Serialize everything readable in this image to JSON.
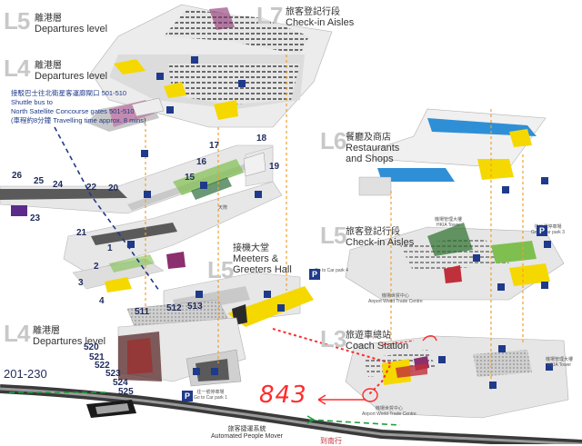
{
  "levels": {
    "l5_top": {
      "num": "L5",
      "zh": "離港層",
      "en": "Departures level"
    },
    "l4_top": {
      "num": "L4",
      "zh": "離港層",
      "en": "Departures level"
    },
    "l7": {
      "num": "L7",
      "zh": "旅客登記行段",
      "en": "Check-in Aisles"
    },
    "l6": {
      "num": "L6",
      "zh": "餐廳及商店",
      "en": "Restaurants and Shops"
    },
    "l5_right": {
      "num": "L5",
      "zh": "旅客登記行段",
      "en": "Check-in Aisles"
    },
    "l5_mid": {
      "num": "L5",
      "zh": "接機大堂",
      "en": "Meeters & Greeters Hall"
    },
    "l3": {
      "num": "L3",
      "zh": "旅遊車總站",
      "en": "Coach Station"
    },
    "l4_bottom": {
      "num": "L4",
      "zh": "離港層",
      "en": "Departures level"
    }
  },
  "shuttle_note": {
    "line1": "接駁巴士往北衛星客運廊閘口 501-510",
    "line2": "Shuttle bus to",
    "line3": "North Satellite Concourse gates 501-510",
    "line4": "(車程約8分鐘 Travelling time approx. 8 mins)"
  },
  "gates": {
    "g26": "26",
    "g25": "25",
    "g24": "24",
    "g23": "23",
    "g22": "22",
    "g21": "21",
    "g20": "20",
    "g1": "1",
    "g2": "2",
    "g3": "3",
    "g4": "4",
    "g15": "15",
    "g16": "16",
    "g17": "17",
    "g18": "18",
    "g19": "19",
    "g511": "511",
    "g512": "512",
    "g513": "513",
    "g520": "520",
    "g521": "521",
    "g522": "522",
    "g523": "523",
    "g524": "524",
    "g525": "525",
    "g201": "201-230"
  },
  "places": {
    "apm_zh": "旅客捷運系統",
    "apm_en": "Automated People Mover",
    "sky_zh": "天際",
    "awtc_zh": "機場世貿中心",
    "awtc_en": "Airport World Trade Centre",
    "hkia_zh": "機場管理大樓",
    "hkia_en": "HKIA Tower",
    "carpark_zh": "往一號停車場",
    "carpark_en": "Go to Car park 1",
    "to_zh": "到南行",
    "carpark3_zh": "往三號停車場",
    "carpark3_en": "Go to Car park 3",
    "carpark4_en": "Go to Car park 4"
  },
  "handwritten": {
    "number": "843"
  },
  "colors": {
    "route": "#ff2b2b",
    "walkway": "#f5d800",
    "shuttle_line": "#1f3a8a",
    "connector": "#f0a030",
    "green_dash": "#1e9e3e",
    "hall_gray": "#d9d9d9",
    "dark_band": "#5a5a5a",
    "water": "#2f8fd6",
    "magenta": "#c05a9a",
    "pink_band": "#f1a6c8"
  },
  "icons": [
    "parking-icon",
    "wheelchair-icon",
    "lift-icon",
    "escalator-icon",
    "info-icon"
  ]
}
